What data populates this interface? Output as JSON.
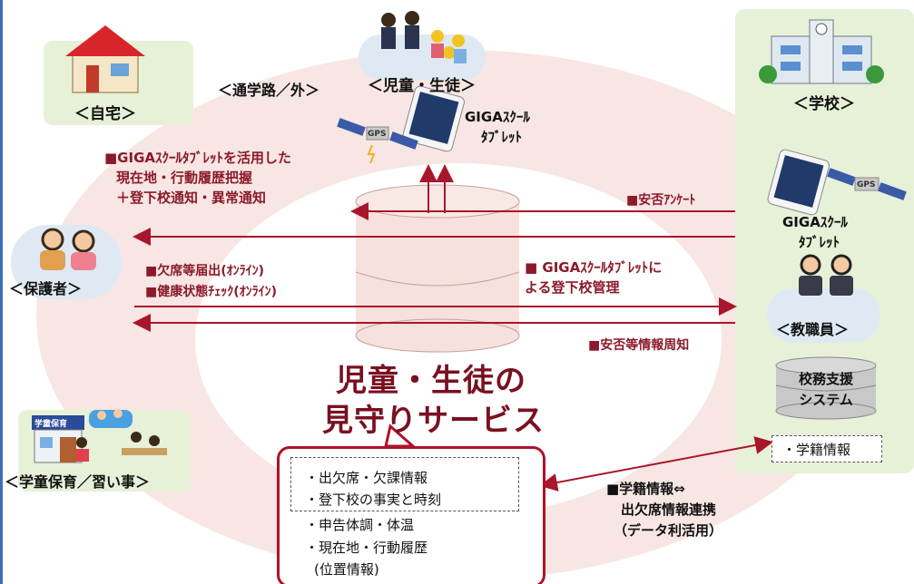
{
  "nodes": {
    "home": "＜自宅＞",
    "children": "＜児童・生徒＞",
    "school": "＜学校＞",
    "guardian": "＜保護者＞",
    "staff": "＜教職員＞",
    "afterschool": "＜学童保育／習い事＞",
    "route": "＜通学路／外＞"
  },
  "devices": {
    "tablet_top": [
      "GIGAｽｸｰﾙ",
      "ﾀﾌﾞﾚｯﾄ"
    ],
    "tablet_right": [
      "GIGAｽｸｰﾙ",
      "ﾀﾌﾞﾚｯﾄ"
    ],
    "gps": "GPS",
    "afterschool_sign": "学童保育"
  },
  "flows": {
    "tablet_use": [
      "■GIGAｽｸｰﾙﾀﾌﾞﾚｯﾄを活用した",
      "現在地・行動履歴把握",
      "＋登下校通知・異常通知"
    ],
    "safety_survey": "■安否ｱﾝｹｰﾄ",
    "absence_report": "■欠席等届出(ｵﾝﾗｲﾝ)",
    "health_check": "■健康状態ﾁｪｯｸ(ｵﾝﾗｲﾝ)",
    "attendance_mgmt": [
      "■ GIGAｽｸｰﾙﾀﾌﾞﾚｯﾄに",
      "よる登下校管理"
    ],
    "safety_info": "■安否等情報周知",
    "registry_link": [
      "■学籍情報⇔",
      "出欠席情報連携",
      "（データ利活用）"
    ]
  },
  "service_title": [
    "児童・生徒の",
    "見守りサービス"
  ],
  "data_items": [
    "・出欠席・欠課情報",
    "・登下校の事実と時刻",
    "・申告体調・体温",
    "・現在地・行動履歴",
    "(位置情報)"
  ],
  "school_system": {
    "name": [
      "校務支援",
      "システム"
    ],
    "item": "・学籍情報"
  }
}
